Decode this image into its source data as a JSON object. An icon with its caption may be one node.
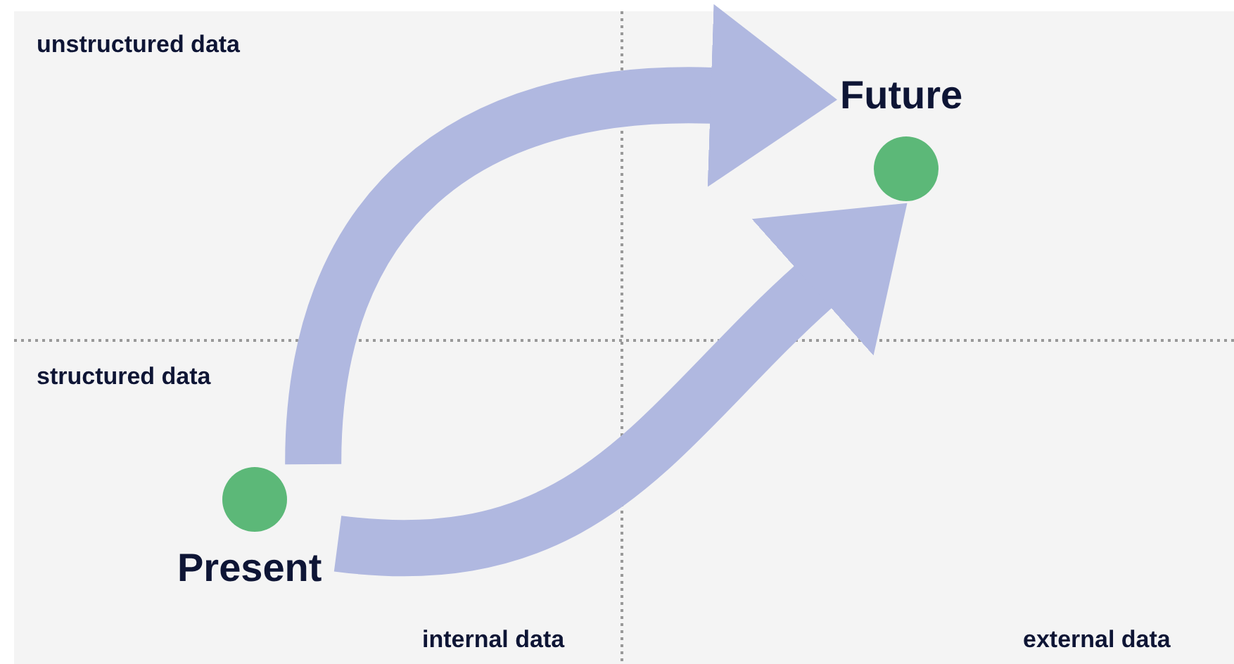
{
  "diagram": {
    "nodes": [
      {
        "text": [
          "Present"
        ]
      },
      {
        "text": [
          "Future"
        ]
      }
    ],
    "edges": [
      {
        "from": 0,
        "to": 1,
        "arrow": "to"
      },
      {
        "from": 0,
        "to": 1,
        "arrow": "to"
      }
    ],
    "labels": [
      "unstructured data",
      "structured data",
      "internal data",
      "external data"
    ]
  }
}
